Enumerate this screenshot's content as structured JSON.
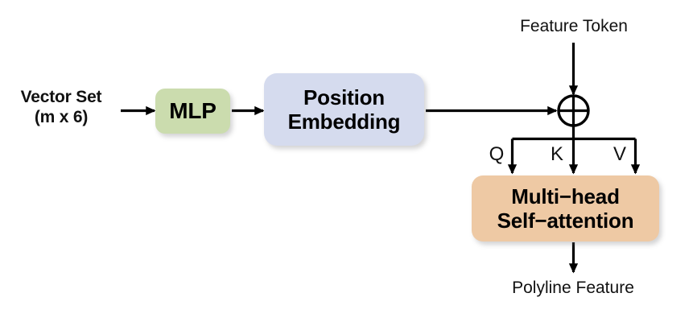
{
  "diagram": {
    "title": "Polyline feature encoder with positional embedding and multi-head self-attention",
    "background": "#ffffff"
  },
  "nodes": [
    {
      "id": "mlp",
      "label": "MLP",
      "color": "#cbdcae"
    },
    {
      "id": "position-embedding",
      "label": "Position\nEmbedding",
      "color": "#d5dbee"
    },
    {
      "id": "multi-head-self-attention",
      "label": "Multi−head\nSelf−attention",
      "color": "#eec9a4"
    }
  ],
  "labels": {
    "input": "Vector Set\n(m x 6)",
    "feature_token": "Feature Token",
    "output": "Polyline Feature",
    "query": "Q",
    "key": "K",
    "value": "V",
    "sum_operator": "plus-circle"
  },
  "edges": [
    {
      "id": "input-to-mlp",
      "from": "Vector Set",
      "to": "MLP",
      "arrow": true
    },
    {
      "id": "mlp-to-position-embedding",
      "from": "MLP",
      "to": "Position Embedding",
      "arrow": true
    },
    {
      "id": "position-embedding-to-sum",
      "from": "Position Embedding",
      "to": "plus-circle",
      "arrow": true
    },
    {
      "id": "feature-token-to-sum",
      "from": "Feature Token",
      "to": "plus-circle",
      "arrow": true
    },
    {
      "id": "sum-to-qkv",
      "from": "plus-circle",
      "to": "Q / K / V",
      "arrow": true
    },
    {
      "id": "q-to-mha",
      "from": "Q",
      "to": "Multi-head Self-attention",
      "arrow": true
    },
    {
      "id": "k-to-mha",
      "from": "K",
      "to": "Multi-head Self-attention",
      "arrow": true
    },
    {
      "id": "v-to-mha",
      "from": "V",
      "to": "Multi-head Self-attention",
      "arrow": true
    },
    {
      "id": "mha-to-output",
      "from": "Multi-head Self-attention",
      "to": "Polyline Feature",
      "arrow": true
    }
  ],
  "style": {
    "stroke": "#000000",
    "stroke_width": 3
  }
}
